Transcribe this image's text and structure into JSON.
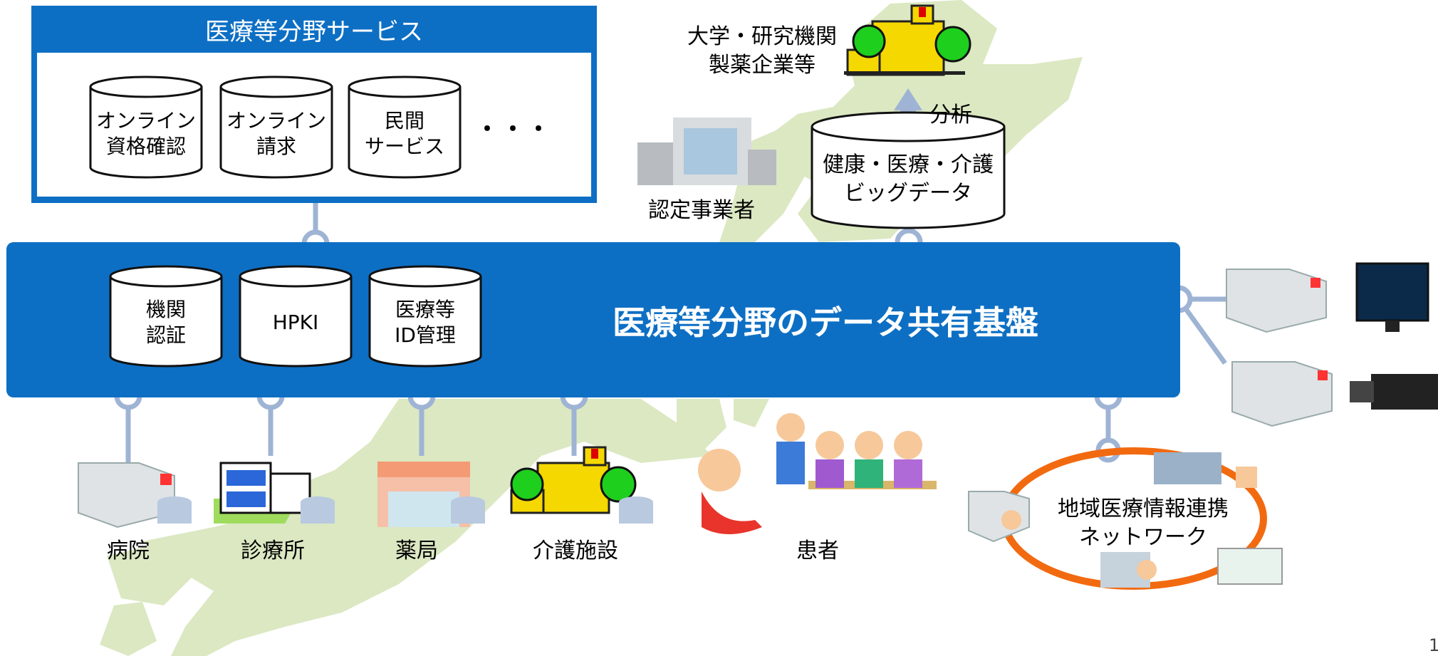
{
  "services": {
    "title": "医療等分野サービス",
    "items": [
      {
        "line1": "オンライン",
        "line2": "資格確認"
      },
      {
        "line1": "オンライン",
        "line2": "請求"
      },
      {
        "line1": "民間",
        "line2": "サービス"
      }
    ],
    "more": "・・・"
  },
  "platform": {
    "title": "医療等分野のデータ共有基盤",
    "items": [
      {
        "line1": "機関",
        "line2": "認証"
      },
      {
        "line1": "HPKI",
        "line2": ""
      },
      {
        "line1": "医療等",
        "line2": "ID管理"
      }
    ]
  },
  "research": {
    "line1": "大学・研究機関",
    "line2": "製薬企業等"
  },
  "analysis": "分析",
  "bigdata": {
    "line1": "健康・医療・介護",
    "line2": "ビッグデータ"
  },
  "certified": "認定事業者",
  "facilities": {
    "hospital": "病院",
    "clinic": "診療所",
    "pharmacy": "薬局",
    "care": "介護施設",
    "patient": "患者"
  },
  "regional": {
    "line1": "地域医療情報連携",
    "line2": "ネットワーク"
  },
  "page_number": "1",
  "colors": {
    "primary_blue": "#0d6fc4",
    "connector": "#9fb4d4",
    "network_ring": "#f26a10",
    "map_green": "#dbe8c2"
  }
}
